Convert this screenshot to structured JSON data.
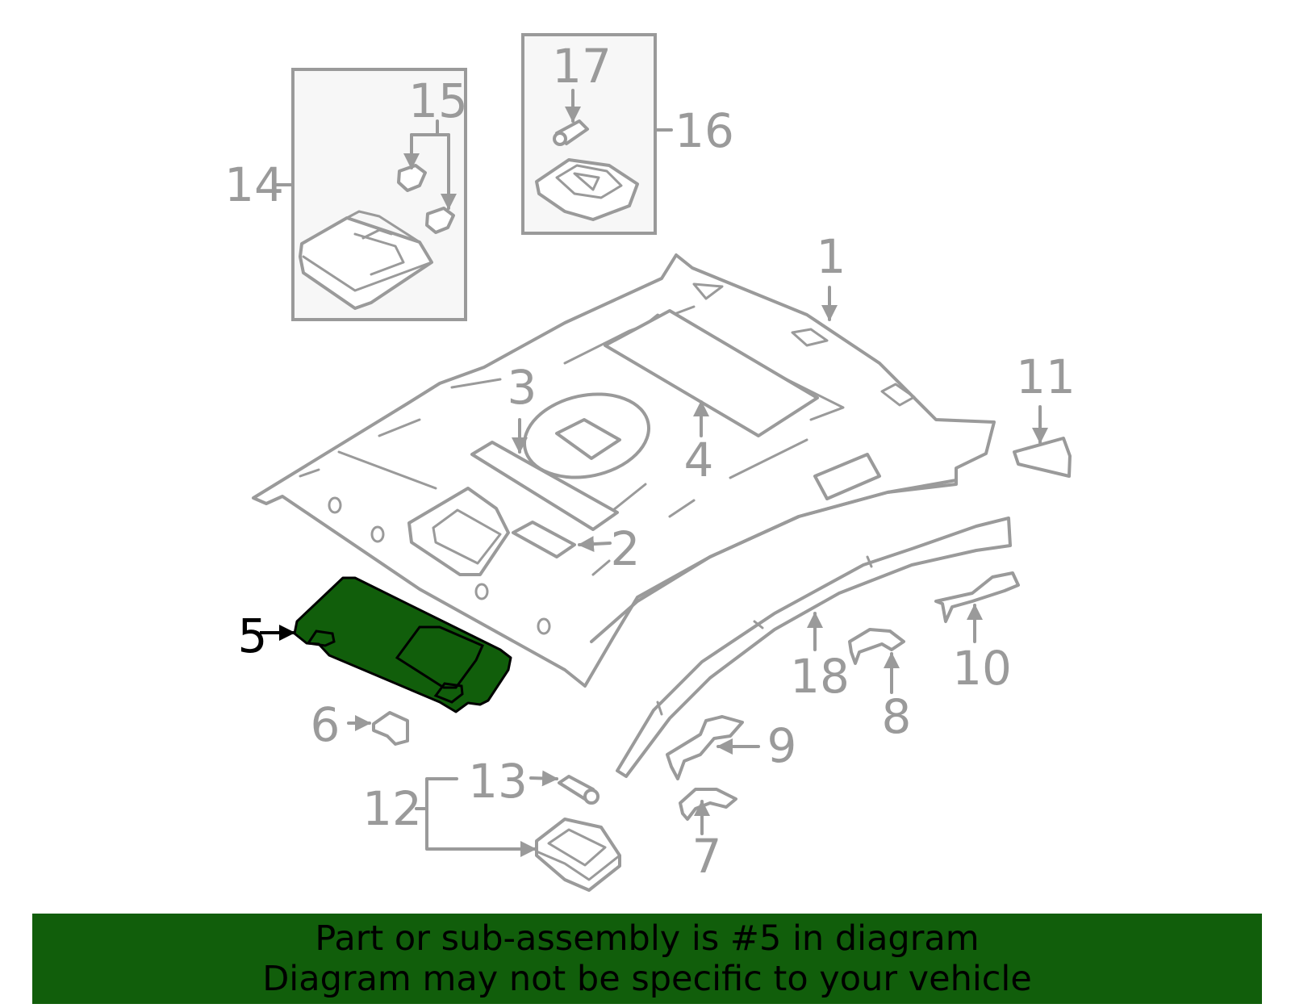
{
  "diagram": {
    "highlight_color": "#115e0b",
    "line_color": "#9a9a9a",
    "highlighted_part": "5",
    "callouts": [
      {
        "id": "1",
        "label": "1"
      },
      {
        "id": "2",
        "label": "2"
      },
      {
        "id": "3",
        "label": "3"
      },
      {
        "id": "4",
        "label": "4"
      },
      {
        "id": "5",
        "label": "5"
      },
      {
        "id": "6",
        "label": "6"
      },
      {
        "id": "7",
        "label": "7"
      },
      {
        "id": "8",
        "label": "8"
      },
      {
        "id": "9",
        "label": "9"
      },
      {
        "id": "10",
        "label": "10"
      },
      {
        "id": "11",
        "label": "11"
      },
      {
        "id": "12",
        "label": "12"
      },
      {
        "id": "13",
        "label": "13"
      },
      {
        "id": "14",
        "label": "14"
      },
      {
        "id": "15",
        "label": "15"
      },
      {
        "id": "16",
        "label": "16"
      },
      {
        "id": "17",
        "label": "17"
      },
      {
        "id": "18",
        "label": "18"
      }
    ]
  },
  "footer": {
    "line1": "Part or sub-assembly is #5 in diagram",
    "line2": "Diagram may not be specific to your vehicle",
    "background": "#115e0b"
  }
}
